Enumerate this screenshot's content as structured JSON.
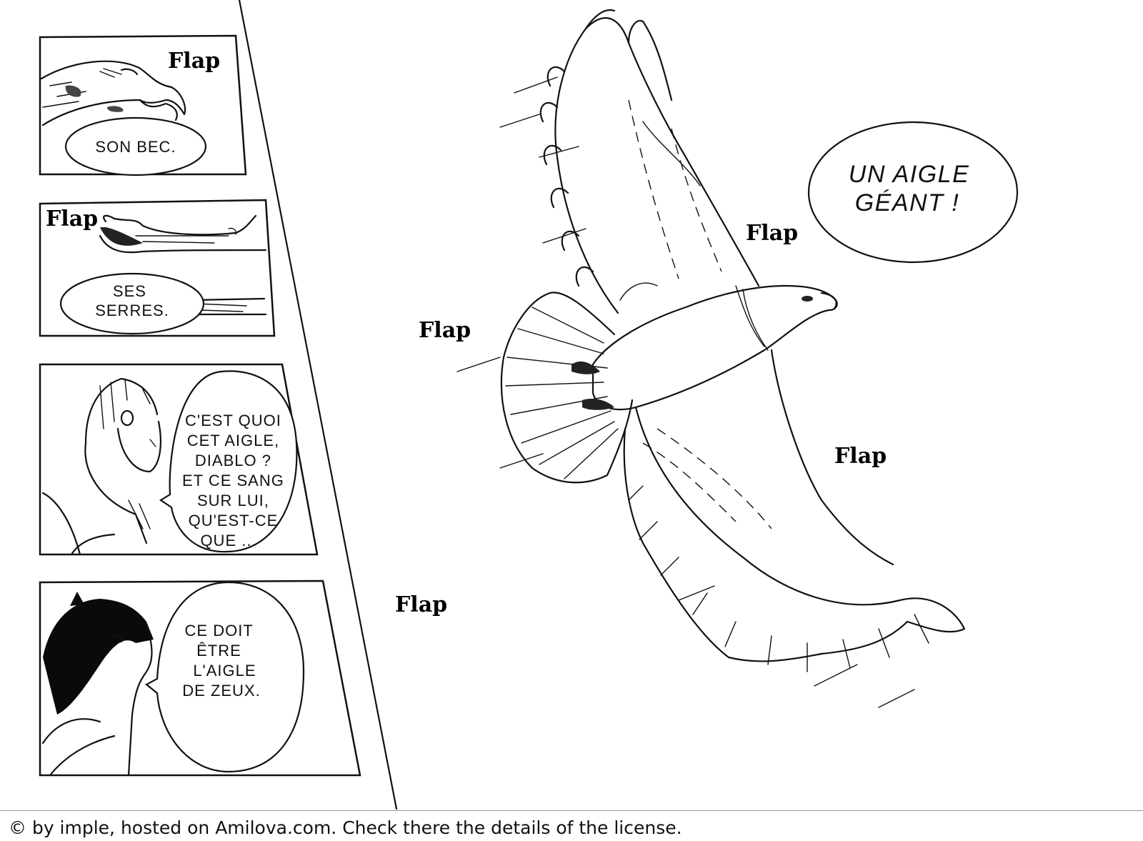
{
  "panels": {
    "p1": {
      "sfx": "Flap",
      "speech": [
        "SON BEC."
      ]
    },
    "p2": {
      "sfx": "Flap",
      "speech": [
        "SES",
        "SERRES."
      ]
    },
    "p3": {
      "speech": [
        "C'EST QUOI",
        "CET AIGLE,",
        "DIABLO ?",
        "ET CE SANG",
        "SUR LUI,",
        "QU'EST-CE",
        "QUE ..."
      ]
    },
    "p4": {
      "speech": [
        "CE DOIT",
        "ÊTRE",
        "L'AIGLE",
        "DE ZEUX."
      ]
    }
  },
  "splash": {
    "speech": [
      "UN AIGLE",
      "GÉANT !"
    ],
    "sfx": [
      "Flap",
      "Flap",
      "Flap",
      "Flap"
    ]
  },
  "footer": {
    "copyright": "© by imple, hosted on Amilova.com. Check there the details of the license."
  }
}
